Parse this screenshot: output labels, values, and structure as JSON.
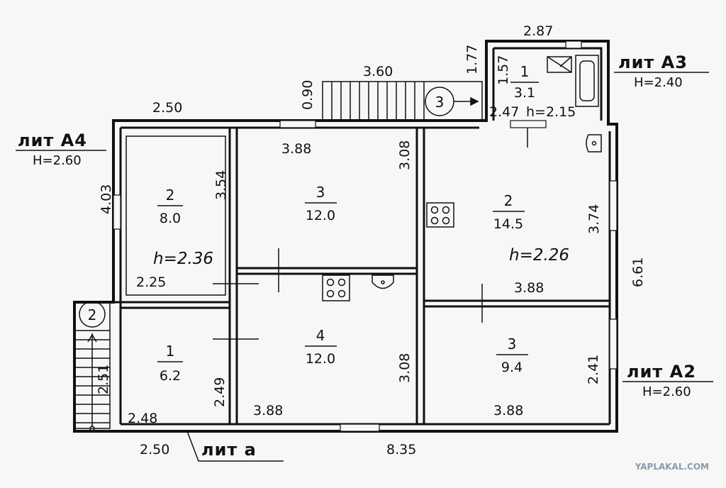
{
  "watermark": "YAPLAKAL.COM",
  "sections": {
    "a4": {
      "label": "лит А4",
      "height": "H=2.60"
    },
    "a3": {
      "label": "лит А3",
      "height": "H=2.40"
    },
    "a2": {
      "label": "лит А2",
      "height": "H=2.60"
    },
    "a": {
      "label": "лит а"
    }
  },
  "rooms": {
    "a4_2": {
      "number": "2",
      "area": "8.0"
    },
    "a4_1": {
      "number": "1",
      "area": "6.2"
    },
    "main_3": {
      "number": "3",
      "area": "12.0"
    },
    "main_4": {
      "number": "4",
      "area": "12.0"
    },
    "a2_2": {
      "number": "2",
      "area": "14.5"
    },
    "a2_3": {
      "number": "3",
      "area": "9.4"
    },
    "a3_1": {
      "number": "1",
      "area": "3.1"
    }
  },
  "ceilings": {
    "a4": "h=2.36",
    "main": "h=2.26",
    "a3": "h=2.15"
  },
  "dimensions": {
    "d250_top": "2.50",
    "d403": "4.03",
    "d354": "3.54",
    "d225": "2.25",
    "d388_r3": "3.88",
    "d308_r3": "3.08",
    "d388_r4": "3.88",
    "d308_r4": "3.08",
    "d374": "3.74",
    "d388_r2": "3.88",
    "d661": "6.61",
    "d241": "2.41",
    "d388_r3b": "3.88",
    "d249": "2.49",
    "d248": "2.48",
    "d251": "2.51",
    "d250_bottom": "2.50",
    "d835": "8.35",
    "d360": "3.60",
    "d090": "0.90",
    "d177": "1.77",
    "d157": "1.57",
    "d287": "2.87",
    "d247": "2.47"
  },
  "stairs": {
    "porch": "2",
    "attic": "3"
  }
}
